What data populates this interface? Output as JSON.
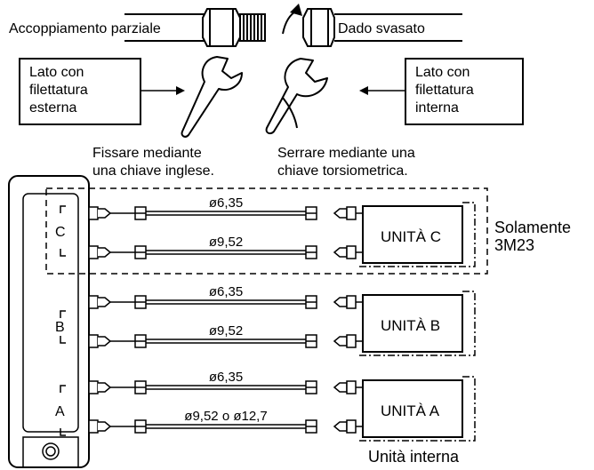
{
  "top": {
    "partial_coupling": "Accoppiamento parziale",
    "flare_nut": "Dado svasato",
    "male_side": [
      "Lato con",
      "filettatura",
      "esterna"
    ],
    "female_side": [
      "Lato con",
      "filettatura",
      "interna"
    ],
    "fix_note": [
      "Fissare mediante",
      "una chiave inglese."
    ],
    "tighten_note": [
      "Serrare mediante una",
      "chiave torsiometrica."
    ]
  },
  "rows": [
    {
      "bracket": "C",
      "unit_label": "UNITÀ C",
      "pipes": [
        {
          "diameter": "ø6,35"
        },
        {
          "diameter": "ø9,52"
        }
      ]
    },
    {
      "bracket": "B",
      "unit_label": "UNITÀ B",
      "pipes": [
        {
          "diameter": "ø6,35"
        },
        {
          "diameter": "ø9,52"
        }
      ]
    },
    {
      "bracket": "A",
      "unit_label": "UNITÀ A",
      "pipes": [
        {
          "diameter": "ø6,35"
        },
        {
          "diameter": "ø9,52 o ø12,7"
        }
      ]
    }
  ],
  "only_label": [
    "Solamente",
    "3M23"
  ],
  "indoor_label": "Unità interna",
  "colors": {
    "line": "#000000",
    "background": "#ffffff"
  },
  "icons": [
    "wrench-icon",
    "torque-wrench-icon",
    "rotation-arrow-icon",
    "valve-symbol"
  ]
}
